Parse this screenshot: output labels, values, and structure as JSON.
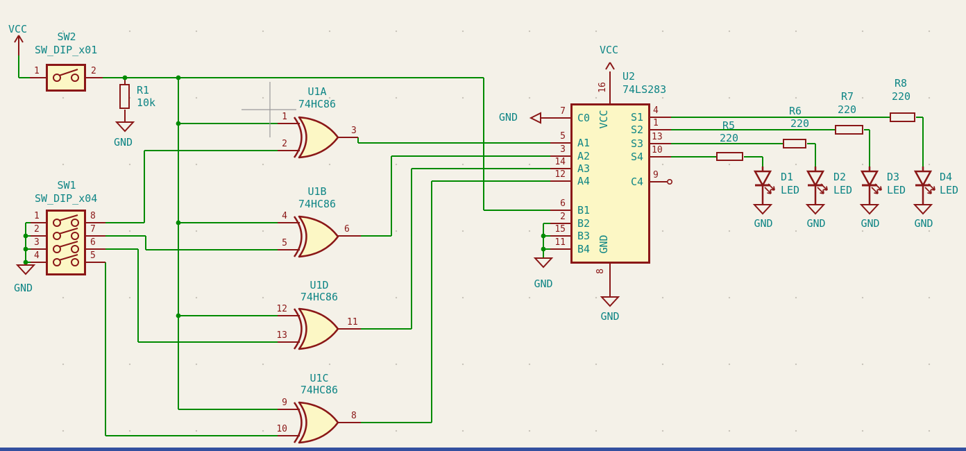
{
  "colors": {
    "background": "#f4f1e8",
    "wire_green": "#008a00",
    "symbol_red": "#8a1717",
    "body_fill": "#fcf7c5",
    "text_teal": "#0e8585",
    "crosshair_gray": "#9a9a9a",
    "bottom_bar_blue": "#33509f"
  },
  "power": {
    "vcc": "VCC",
    "gnd": "GND"
  },
  "sw2": {
    "ref": "SW2",
    "value": "SW_DIP_x01",
    "pin1": "1",
    "pin2": "2"
  },
  "r1": {
    "ref": "R1",
    "value": "10k"
  },
  "sw1": {
    "ref": "SW1",
    "value": "SW_DIP_x04",
    "pins_left": [
      "1",
      "2",
      "3",
      "4"
    ],
    "pins_right": [
      "8",
      "7",
      "6",
      "5"
    ]
  },
  "gates": [
    {
      "ref": "U1A",
      "value": "74HC86",
      "in1": "1",
      "in2": "2",
      "out": "3"
    },
    {
      "ref": "U1B",
      "value": "74HC86",
      "in1": "4",
      "in2": "5",
      "out": "6"
    },
    {
      "ref": "U1D",
      "value": "74HC86",
      "in1": "12",
      "in2": "13",
      "out": "11"
    },
    {
      "ref": "U1C",
      "value": "74HC86",
      "in1": "9",
      "in2": "10",
      "out": "8"
    }
  ],
  "u2": {
    "ref": "U2",
    "value": "74LS283",
    "pins_left": [
      {
        "num": "7",
        "name": "C0"
      },
      {
        "num": "5",
        "name": "A1"
      },
      {
        "num": "3",
        "name": "A2"
      },
      {
        "num": "14",
        "name": "A3"
      },
      {
        "num": "12",
        "name": "A4"
      },
      {
        "num": "6",
        "name": "B1"
      },
      {
        "num": "2",
        "name": "B2"
      },
      {
        "num": "15",
        "name": "B3"
      },
      {
        "num": "11",
        "name": "B4"
      }
    ],
    "pins_right": [
      {
        "num": "4",
        "name": "S1"
      },
      {
        "num": "1",
        "name": "S2"
      },
      {
        "num": "13",
        "name": "S3"
      },
      {
        "num": "10",
        "name": "S4"
      },
      {
        "num": "9",
        "name": "C4"
      }
    ],
    "pin_top": {
      "num": "16",
      "name": "VCC"
    },
    "pin_bottom": {
      "num": "8",
      "name": "GND"
    }
  },
  "resistors": [
    {
      "ref": "R5",
      "value": "220"
    },
    {
      "ref": "R6",
      "value": "220"
    },
    {
      "ref": "R7",
      "value": "220"
    },
    {
      "ref": "R8",
      "value": "220"
    }
  ],
  "leds": [
    {
      "ref": "D1",
      "value": "LED"
    },
    {
      "ref": "D2",
      "value": "LED"
    },
    {
      "ref": "D3",
      "value": "LED"
    },
    {
      "ref": "D4",
      "value": "LED"
    }
  ]
}
